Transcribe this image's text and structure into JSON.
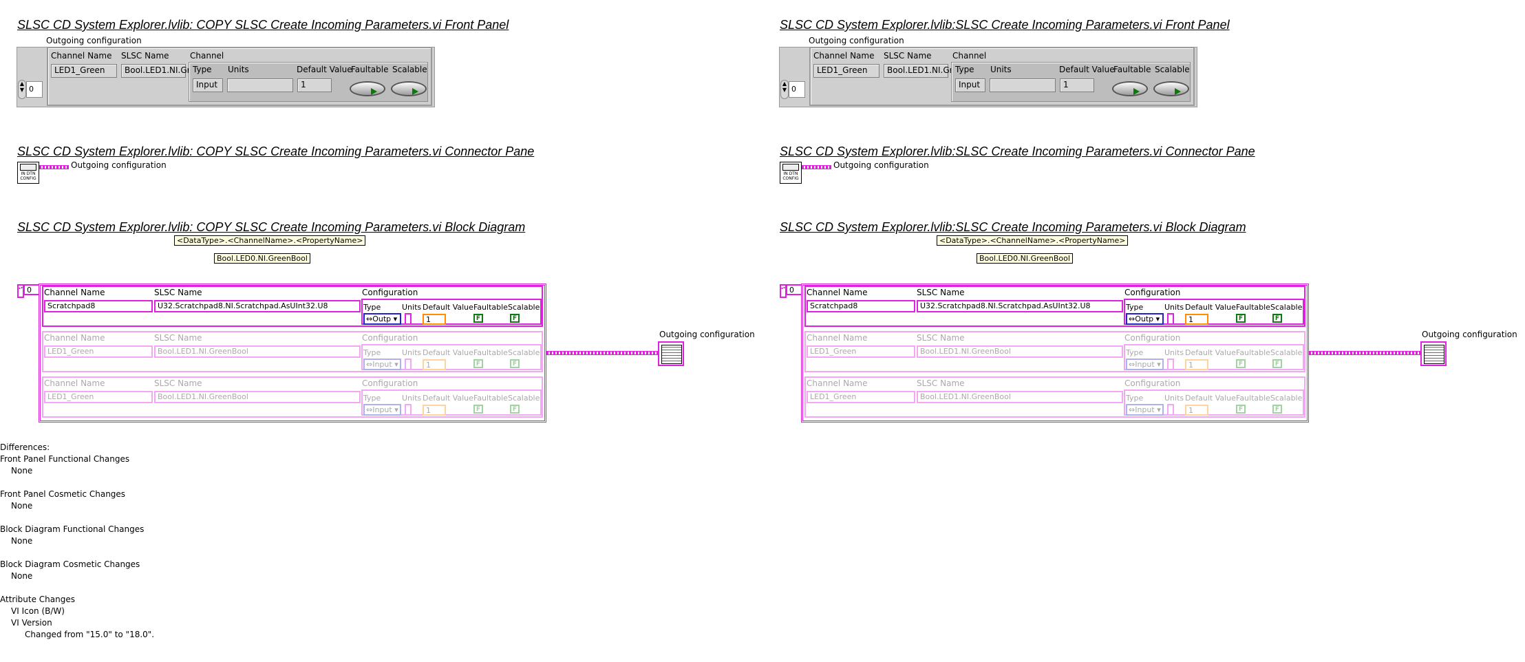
{
  "left": {
    "front_panel_title": "SLSC CD System Explorer.lvlib:  COPY  SLSC Create Incoming Parameters.vi Front Panel",
    "connector_title": "SLSC CD System Explorer.lvlib:  COPY  SLSC Create Incoming Parameters.vi Connector Pane",
    "block_title": "SLSC CD System Explorer.lvlib:  COPY  SLSC Create Incoming Parameters.vi Block Diagram"
  },
  "right": {
    "front_panel_title": "SLSC CD System Explorer.lvlib:SLSC Create Incoming Parameters.vi Front Panel",
    "connector_title": "SLSC CD System Explorer.lvlib:SLSC Create Incoming Parameters.vi Connector Pane",
    "block_title": "SLSC CD System Explorer.lvlib:SLSC Create Incoming Parameters.vi Block Diagram"
  },
  "front_panel": {
    "cluster_label": "Outgoing configuration",
    "index": "0",
    "col_channel_name": "Channel Name",
    "col_slsc_name": "SLSC Name",
    "col_channel": "Channel",
    "col_type": "Type",
    "col_units": "Units",
    "col_default": "Default Value",
    "col_faultable": "Faultable",
    "col_scalable": "Scalable",
    "channel_name_value": "LED1_Green",
    "slsc_name_value": "Bool.LED1.NI.Gr",
    "type_value": "Input",
    "units_value": "",
    "default_value": "1"
  },
  "connector": {
    "terminal_label": "Outgoing configuration",
    "icon_line1": "IN DTN",
    "icon_line2": "CONFIG"
  },
  "block": {
    "note1": "<DataType>.<ChannelName>.<PropertyName>",
    "note2": "Bool.LED0.NI.GreenBool",
    "index": "0",
    "row0": {
      "channel_name_label": "Channel Name",
      "slsc_name_label": "SLSC Name",
      "configuration_label": "Configuration",
      "channel_name": "Scratchpad8",
      "slsc_name": "U32.Scratchpad8.NI.Scratchpad.AsUInt32.U8",
      "type_label": "Type",
      "units_label": "Units",
      "default_label": "Default Value",
      "faultable_label": "Faultable",
      "scalable_label": "Scalable",
      "type_value": "Outp",
      "default_value": "1",
      "faultable_value": "F",
      "scalable_value": "F"
    },
    "row1": {
      "channel_name_label": "Channel Name",
      "slsc_name_label": "SLSC Name",
      "configuration_label": "Configuration",
      "channel_name": "LED1_Green",
      "slsc_name": "Bool.LED1.NI.GreenBool",
      "type_label": "Type",
      "units_label": "Units",
      "default_label": "Default Value",
      "faultable_label": "Faultable",
      "scalable_label": "Scalable",
      "type_value": "Input",
      "default_value": "1",
      "faultable_value": "F",
      "scalable_value": "F"
    },
    "row2": {
      "channel_name_label": "Channel Name",
      "slsc_name_label": "SLSC Name",
      "configuration_label": "Configuration",
      "channel_name": "LED1_Green",
      "slsc_name": "Bool.LED1.NI.GreenBool",
      "type_label": "Type",
      "units_label": "Units",
      "default_label": "Default Value",
      "faultable_label": "Faultable",
      "scalable_label": "Scalable",
      "type_value": "Input",
      "default_value": "1",
      "faultable_value": "F",
      "scalable_value": "F"
    },
    "terminal_label": "Outgoing configuration"
  },
  "differences": {
    "heading": "Differences:",
    "fp_functional": "Front Panel Functional Changes",
    "fp_functional_value": "None",
    "fp_cosmetic": "Front Panel Cosmetic Changes",
    "fp_cosmetic_value": "None",
    "bd_functional": "Block Diagram Functional Changes",
    "bd_functional_value": "None",
    "bd_cosmetic": "Block Diagram Cosmetic Changes",
    "bd_cosmetic_value": "None",
    "attr": "Attribute Changes",
    "attr_icon": "VI Icon (B/W)",
    "attr_version": "VI Version",
    "attr_version_change": "Changed from \"15.0\" to \"18.0\"."
  },
  "colors": {
    "cluster_wire": "#e020e0",
    "numeric": "#ff8c00",
    "boolean": "#0c7a0c",
    "enum": "#2222cc"
  }
}
